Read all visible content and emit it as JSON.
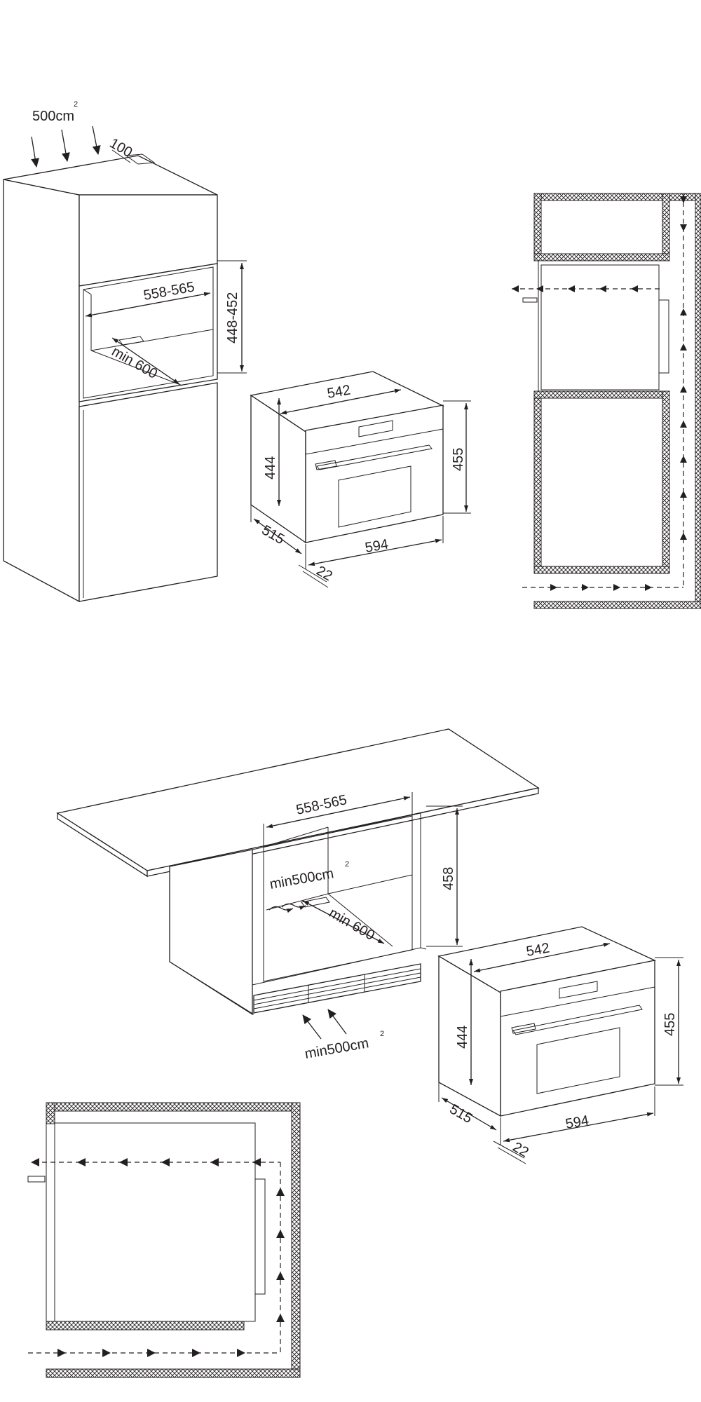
{
  "upper": {
    "vent_area": "500cm",
    "vent_area_sup": "2",
    "gap": "100",
    "niche_width": "558-565",
    "niche_height": "448-452",
    "niche_depth": "min 600"
  },
  "undercounter": {
    "niche_width": "558-565",
    "niche_height": "458",
    "top_vent": "min500cm",
    "top_vent_sup": "2",
    "niche_depth": "min 600",
    "bottom_vent": "min500cm",
    "bottom_vent_sup": "2"
  },
  "oven_upper": {
    "width_body": "542",
    "height_body": "444",
    "height_front": "455",
    "depth": "515",
    "width_front": "594",
    "front_thickness": "22"
  },
  "oven_lower": {
    "width_body": "542",
    "height_body": "444",
    "height_front": "455",
    "depth": "515",
    "width_front": "594",
    "front_thickness": "22"
  }
}
